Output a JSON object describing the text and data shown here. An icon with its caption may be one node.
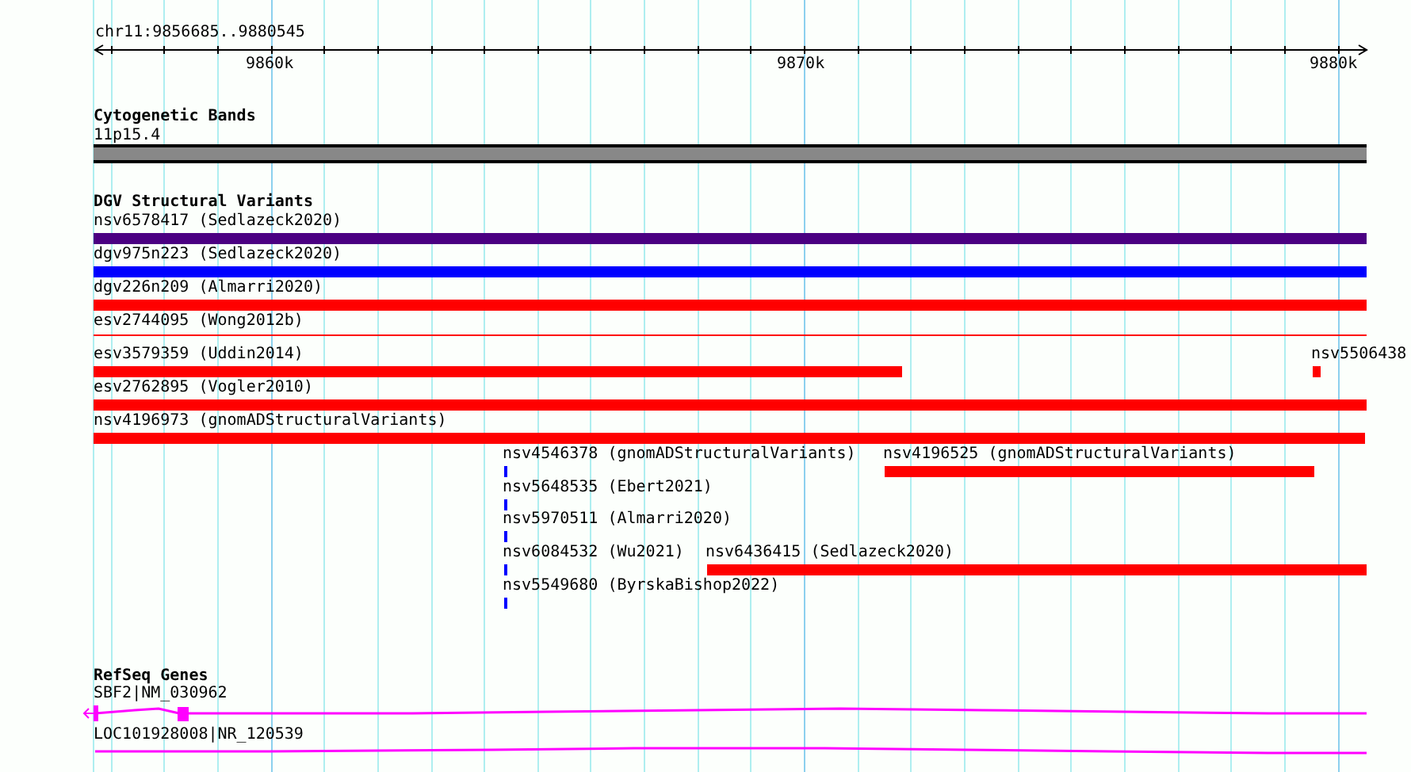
{
  "diagram": {
    "nodes": [
      {
        "text": [],
        "shape": "bar",
        "beside": [
          "11p15.4"
        ]
      },
      {
        "text": [],
        "shape": "bar",
        "beside": [
          "nsv6578417 (Sedlazeck2020)"
        ]
      },
      {
        "text": [],
        "shape": "bar",
        "beside": [
          "dgv975n223 (Sedlazeck2020)"
        ]
      },
      {
        "text": [],
        "shape": "bar",
        "beside": [
          "dgv226n209 (Almarri2020)"
        ]
      },
      {
        "text": [],
        "shape": "bar",
        "beside": [
          "esv2744095 (Wong2012b)"
        ]
      },
      {
        "text": [],
        "shape": "bar",
        "beside": [
          "esv3579359 (Uddin2014)"
        ]
      },
      {
        "text": [],
        "shape": "bar",
        "beside": [
          "nsv5506438"
        ]
      },
      {
        "text": [],
        "shape": "bar",
        "beside": [
          "esv2762895 (Vogler2010)"
        ]
      },
      {
        "text": [],
        "shape": "bar",
        "beside": [
          "nsv4196973 (gnomADStructuralVariants)"
        ]
      },
      {
        "text": [],
        "shape": "bar",
        "beside": [
          "nsv4546378 (gnomADStructuralVariants)"
        ]
      },
      {
        "text": [],
        "shape": "bar",
        "beside": [
          "nsv4196525 (gnomADStructuralVariants)"
        ]
      },
      {
        "text": [],
        "shape": "bar",
        "beside": [
          "nsv5648535 (Ebert2021)"
        ]
      },
      {
        "text": [],
        "shape": "bar",
        "beside": [
          "nsv5970511 (Almarri2020)"
        ]
      },
      {
        "text": [],
        "shape": "bar",
        "beside": [
          "nsv6084532 (Wu2021)"
        ]
      },
      {
        "text": [],
        "shape": "bar",
        "beside": [
          "nsv6436415 (Sedlazeck2020)"
        ]
      },
      {
        "text": [],
        "shape": "bar",
        "beside": [
          "nsv5549680 (ByrskaBishop2022)"
        ]
      },
      {
        "text": [],
        "shape": "line",
        "beside": [
          "SBF2|NM_030962"
        ]
      },
      {
        "text": [],
        "shape": "line",
        "beside": [
          "LOC101928008|NR_120539"
        ]
      }
    ],
    "labels": [
      "chr11:9856685..9880545",
      "9860k",
      "9870k",
      "9880k",
      "Cytogenetic Bands",
      "DGV Structural Variants",
      "RefSeq Genes"
    ]
  }
}
